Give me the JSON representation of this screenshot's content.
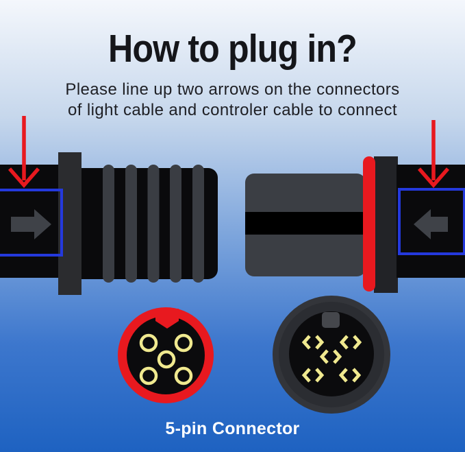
{
  "header": {
    "title": "How to plug in?"
  },
  "subtitle": {
    "line1": "Please line up two arrows on the connectors",
    "line2": "of light cable and controler cable to connect"
  },
  "footer": {
    "label": "5-pin Connector"
  },
  "icons": {
    "left_pointer": "red-down-arrow",
    "right_pointer": "red-down-arrow",
    "light_cable_mark": "gray-right-arrow",
    "controller_cable_mark": "gray-left-arrow"
  },
  "colors": {
    "background_top": "#f4f7fc",
    "background_upper_mid": "#c6d7ec",
    "background_mid": "#7da5dc",
    "background_lower_mid": "#3d77cd",
    "background_bottom": "#1e62c1",
    "title_text": "#15161a",
    "subtitle_text": "#1e1f24",
    "footer_text": "#ffffff",
    "red_accent": "#e8191f",
    "blue_outline": "#2439dd",
    "cable_black": "#0a0a0c",
    "collar_gray": "#2b2c2f",
    "dark_collar": "#222327",
    "rib_gray": "#3a3d43",
    "barrel_gray": "#3b3e44",
    "arrow_gray": "#3f4248",
    "pin_yellow": "#f0e98f",
    "face_outer_gray": "#33353a",
    "face_ring_dark": "#2b2d32",
    "face_black": "#0b0b0d",
    "tab_gray": "#45474c"
  }
}
